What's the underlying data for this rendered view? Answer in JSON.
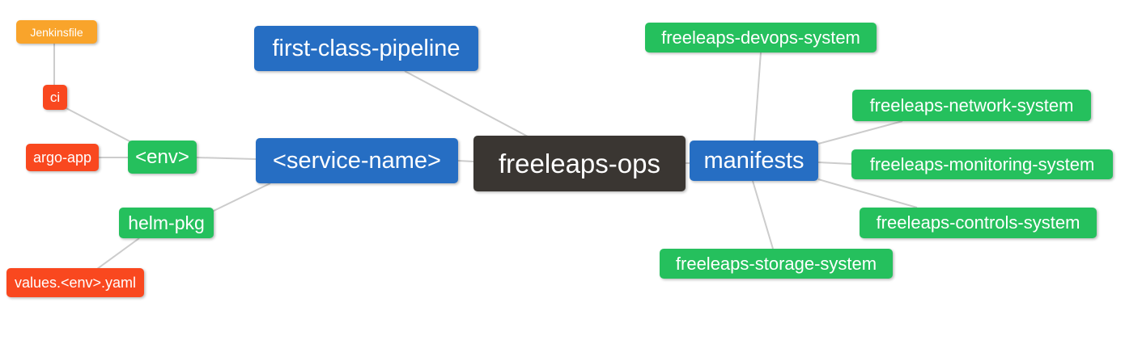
{
  "palette": {
    "node_blue": "#266ec3",
    "node_green": "#25c05d",
    "node_red_orange": "#f9481f",
    "node_amber": "#f9a42b",
    "node_dark": "#3a3632",
    "edge_gray": "#cccccc",
    "node_text": "#ffffff",
    "background": "#ffffff"
  },
  "diagram": {
    "type": "mindmap",
    "root": "freeleaps-ops",
    "nodes": {
      "freeleaps_ops": {
        "label": "freeleaps-ops",
        "color": "dark"
      },
      "first_class_pipeline": {
        "label": "first-class-pipeline",
        "color": "blue"
      },
      "service_name": {
        "label": "<service-name>",
        "color": "blue"
      },
      "manifests": {
        "label": "manifests",
        "color": "blue"
      },
      "env": {
        "label": "<env>",
        "color": "green"
      },
      "helm_pkg": {
        "label": "helm-pkg",
        "color": "green"
      },
      "jenkinsfile": {
        "label": "Jenkinsfile",
        "color": "amber"
      },
      "ci": {
        "label": "ci",
        "color": "red"
      },
      "argo_app": {
        "label": "argo-app",
        "color": "red"
      },
      "values_env_yaml": {
        "label": "values.<env>.yaml",
        "color": "red"
      },
      "devops_system": {
        "label": "freeleaps-devops-system",
        "color": "green"
      },
      "network_system": {
        "label": "freeleaps-network-system",
        "color": "green"
      },
      "monitoring_system": {
        "label": "freeleaps-monitoring-system",
        "color": "green"
      },
      "controls_system": {
        "label": "freeleaps-controls-system",
        "color": "green"
      },
      "storage_system": {
        "label": "freeleaps-storage-system",
        "color": "green"
      }
    },
    "edges": [
      [
        "jenkinsfile",
        "ci"
      ],
      [
        "ci",
        "env"
      ],
      [
        "argo_app",
        "env"
      ],
      [
        "env",
        "service_name"
      ],
      [
        "helm_pkg",
        "service_name"
      ],
      [
        "values_env_yaml",
        "helm_pkg"
      ],
      [
        "service_name",
        "freeleaps_ops"
      ],
      [
        "first_class_pipeline",
        "freeleaps_ops"
      ],
      [
        "freeleaps_ops",
        "manifests"
      ],
      [
        "manifests",
        "devops_system"
      ],
      [
        "manifests",
        "network_system"
      ],
      [
        "manifests",
        "monitoring_system"
      ],
      [
        "manifests",
        "controls_system"
      ],
      [
        "manifests",
        "storage_system"
      ]
    ]
  }
}
